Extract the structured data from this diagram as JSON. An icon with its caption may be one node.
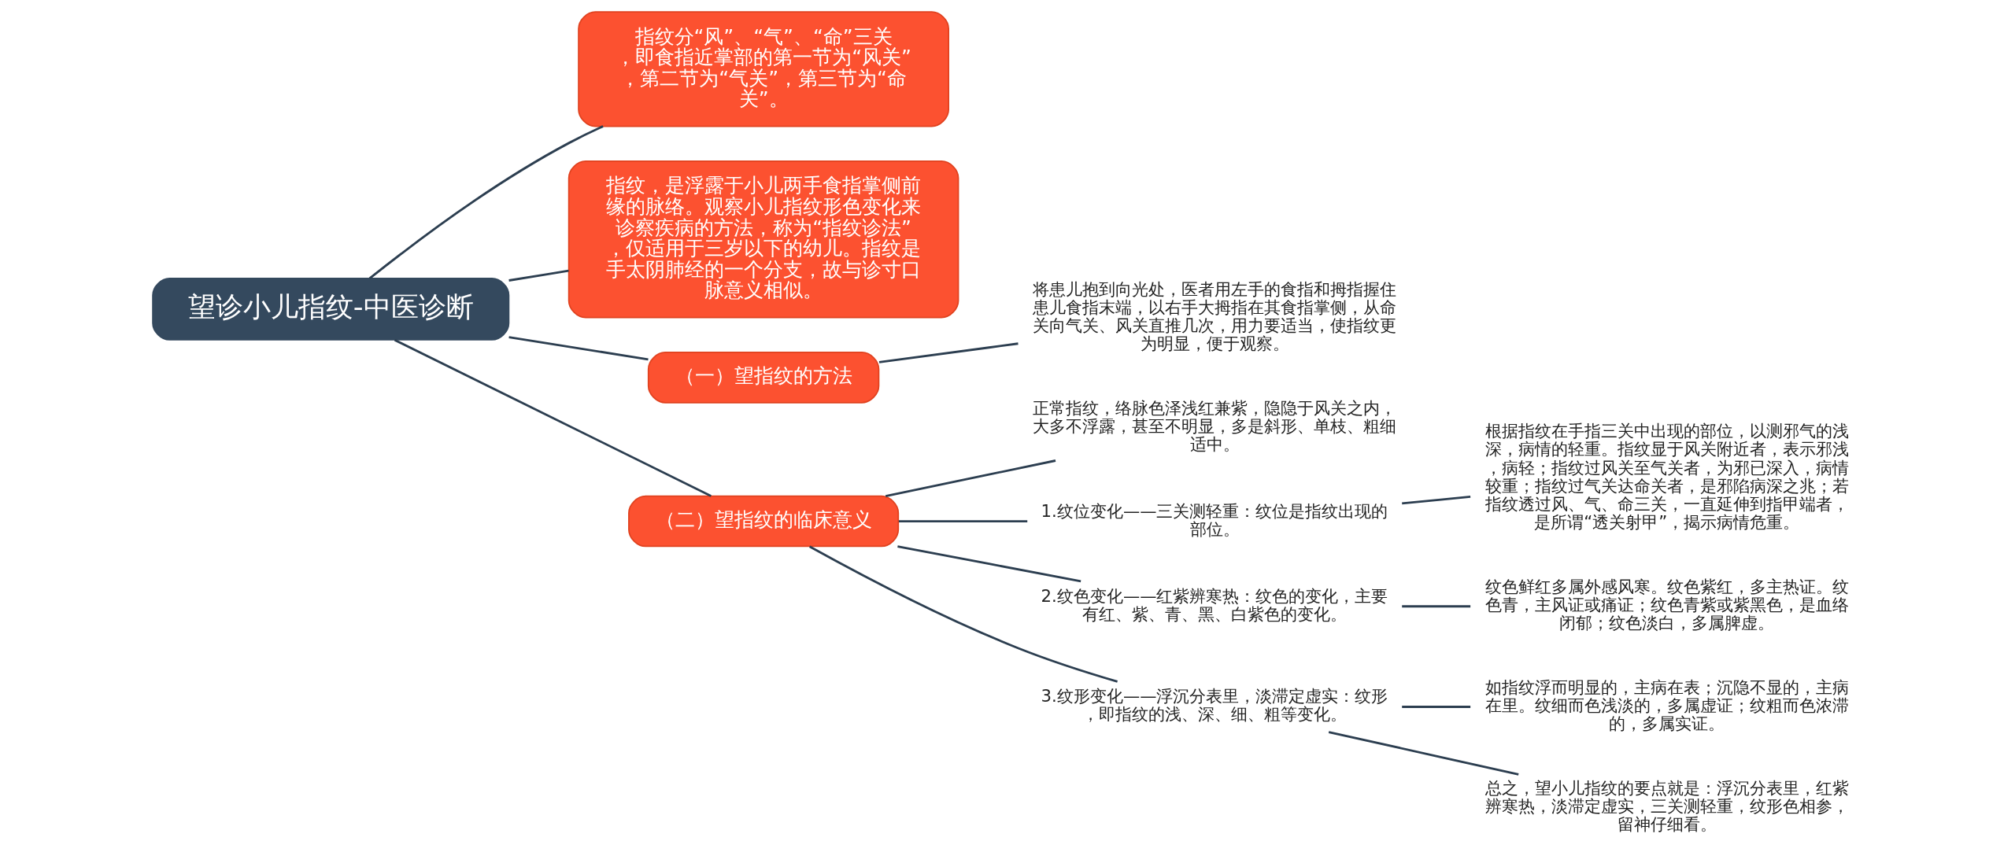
{
  "diagram": {
    "nodes": [
      {
        "text": [
          "望诊小儿指纹-中医诊断"
        ]
      },
      {
        "text": [
          "指纹分“风”、“气”、“命”三关，即食指近掌部的第一节为“风关”，第二节为“气关”，第三节为“命关”。"
        ]
      },
      {
        "text": [
          "指纹，是浮露于小儿两手食指掌侧前缘的脉络。观察小儿指纹形色变化来诊察疾病的方法，称为“指纹诊法”，仅适用于三岁以下的幼儿。指纹是手太阴肺经的一个分支，故与诊寸口脉意义相似。"
        ]
      },
      {
        "text": [
          "（一）望指纹的方法"
        ]
      },
      {
        "text": [
          "将患儿抱到向光处，医者用左手的食指和拇指握住患儿食指末端，以右手大拇指在其食指掌侧，从命关向气关、风关直推几次，用力要适当，使指纹更为明显，便于观察。"
        ]
      },
      {
        "text": [
          "（二）望指纹的临床意义"
        ]
      },
      {
        "text": [
          "正常指纹，络脉色泽浅红兼紫，隐隐于风关之内，大多不浮露，甚至不明显，多是斜形、单枝、粗细适中。"
        ]
      },
      {
        "text": [
          "1.纹位变化——三关测轻重：纹位是指纹出现的部位。"
        ]
      },
      {
        "text": [
          "根据指纹在手指三关中出现的部位，以测邪气的浅深，病情的轻重。指纹显于风关附近者，表示邪浅，病轻；指纹过风关至气关者，为邪已深入，病情较重；指纹过气关达命关者，是邪陷病深之兆；若指纹透过风、气、命三关，一直延伸到指甲端者，是所谓“透关射甲”，揭示病情危重。"
        ]
      },
      {
        "text": [
          "2.纹色变化——红紫辨寒热：纹色的变化，主要有红、紫、青、黑、白紫色的变化。"
        ]
      },
      {
        "text": [
          "纹色鲜红多属外感风寒。纹色紫红，多主热证。纹色青，主风证或痛证；纹色青紫或紫黑色，是血络闭郁；纹色淡白，多属脾虚。"
        ]
      },
      {
        "text": [
          "3.纹形变化——浮沉分表里，淡滞定虚实：纹形，即指纹的浅、深、细、粗等变化。"
        ]
      },
      {
        "text": [
          "如指纹浮而明显的，主病在表；沉隐不显的，主病在里。纹细而色浅淡的，多属虚证；纹粗而色浓滞的，多属实证。"
        ]
      },
      {
        "text": [
          "总之，望小儿指纹的要点就是：浮沉分表里，红紫辨寒热，淡滞定虚实，三关测轻重，纹形色相参，留神仔细看。"
        ]
      }
    ],
    "edges": [
      {
        "from": 0,
        "to": 1,
        "arrow": "none"
      },
      {
        "from": 0,
        "to": 2,
        "arrow": "none"
      },
      {
        "from": 0,
        "to": 3,
        "arrow": "none"
      },
      {
        "from": 3,
        "to": 4,
        "arrow": "none"
      },
      {
        "from": 0,
        "to": 5,
        "arrow": "none"
      },
      {
        "from": 5,
        "to": 6,
        "arrow": "none"
      },
      {
        "from": 5,
        "to": 7,
        "arrow": "none"
      },
      {
        "from": 7,
        "to": 8,
        "arrow": "none"
      },
      {
        "from": 5,
        "to": 9,
        "arrow": "none"
      },
      {
        "from": 9,
        "to": 10,
        "arrow": "none"
      },
      {
        "from": 5,
        "to": 11,
        "arrow": "none"
      },
      {
        "from": 11,
        "to": 12,
        "arrow": "none"
      },
      {
        "from": 11,
        "to": 13,
        "arrow": "none"
      }
    ]
  }
}
